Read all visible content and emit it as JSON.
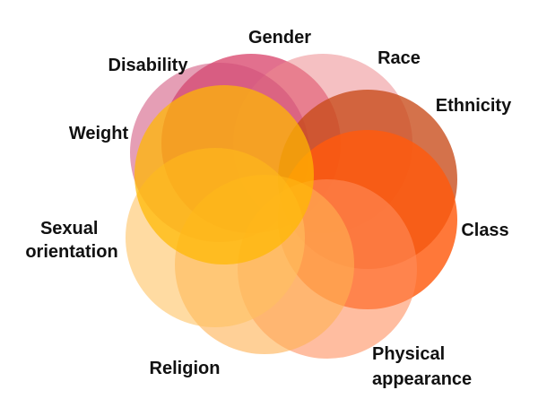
{
  "categories": [
    {
      "key": "gender",
      "lines": [
        "Gender"
      ],
      "color": "#d6335e"
    },
    {
      "key": "race",
      "lines": [
        "Race"
      ],
      "color": "#ec8c90"
    },
    {
      "key": "disability",
      "lines": [
        "Disability"
      ],
      "color": "#cf4f78"
    },
    {
      "key": "ethnicity",
      "lines": [
        "Ethnicity"
      ],
      "color": "#c84a18"
    },
    {
      "key": "class",
      "lines": [
        "Class"
      ],
      "color": "#ff5a0e"
    },
    {
      "key": "physical",
      "lines": [
        "Physical",
        "appearance"
      ],
      "color": "#ff8e5c"
    },
    {
      "key": "religion",
      "lines": [
        "Religion"
      ],
      "color": "#ffb052"
    },
    {
      "key": "sexual",
      "lines": [
        "Sexual",
        "orientation"
      ],
      "color": "#ffc15e"
    },
    {
      "key": "weight",
      "lines": [
        "Weight"
      ],
      "color": "#ffb900"
    }
  ]
}
